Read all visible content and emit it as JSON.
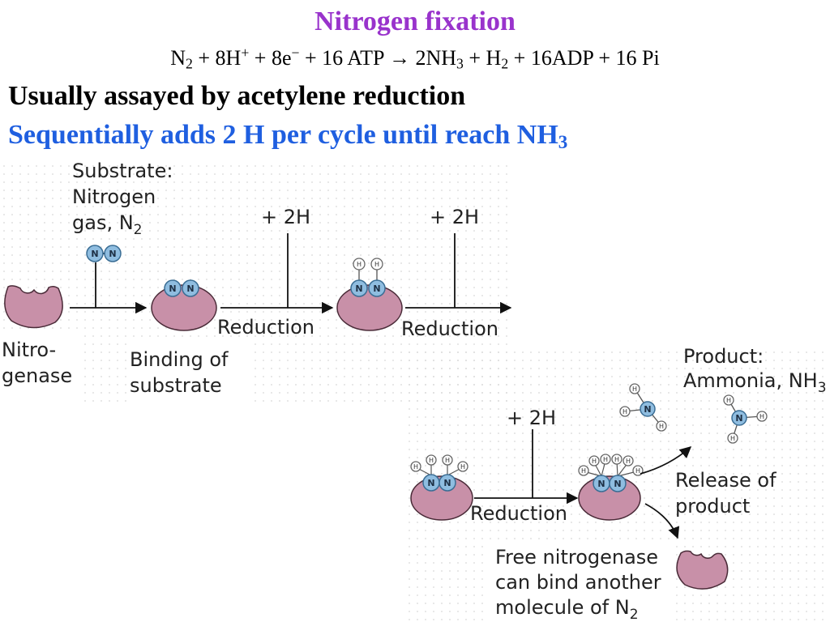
{
  "header": {
    "title": "Nitrogen fixation",
    "line1": "Usually assayed by acetylene reduction",
    "line2_main": "Sequentially adds 2 H per cycle until reach NH",
    "line2_sub": "3"
  },
  "equation": {
    "n": "N",
    "n_sub": "2",
    "part1": " + 8H",
    "h_sup": "+",
    "part2": " + 8e",
    "e_sup": "−",
    "part3": " + 16 ATP → 2NH",
    "nh_sub": "3",
    "part4": " + H",
    "h2_sub": "2",
    "part5": " + 16ADP + 16 Pi"
  },
  "diagram": {
    "substrate_line1": "Substrate:",
    "substrate_line2": "Nitrogen",
    "substrate_line3": "gas, N",
    "substrate_sub": "2",
    "plus_2h": "+ 2H",
    "reduction": "Reduction",
    "enzyme_line1": "Nitro-",
    "enzyme_line2": "genase",
    "binding_line1": "Binding of",
    "binding_line2": "substrate",
    "product_line1": "Product:",
    "product_line2": "Ammonia, NH",
    "product_sub": "3",
    "release_line1": "Release of",
    "release_line2": "product",
    "free_line1": "Free nitrogenase",
    "free_line2": "can bind another",
    "free_line3": "molecule of N",
    "free_sub": "2",
    "atom_n": "N",
    "atom_h": "H",
    "colors": {
      "title": "#9933cc",
      "highlight_text": "#1f5fe0",
      "enzyme": "#c890a8",
      "nitrogen_atom": "#8fbde0",
      "grid_dots": "#d8d8d8"
    }
  }
}
